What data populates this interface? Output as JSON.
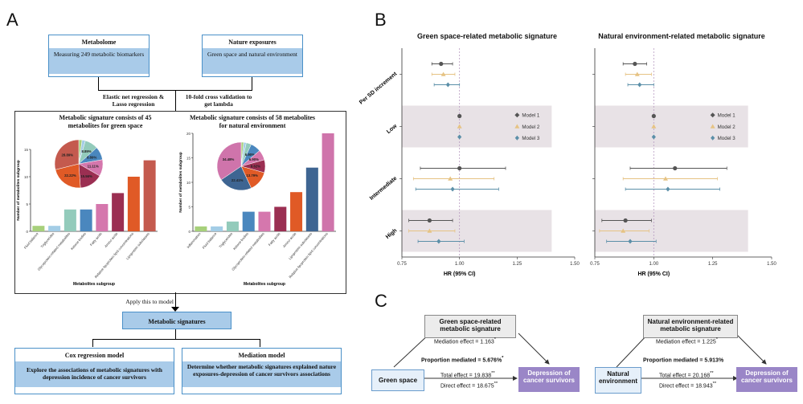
{
  "panels": {
    "a": "A",
    "b": "B",
    "c": "C"
  },
  "boxes": {
    "metabolome": {
      "title": "Metabolome",
      "body": "Measuring 249 metabolic biomarkers"
    },
    "nature": {
      "title": "Nature exposures",
      "body": "Green space and natural environment"
    },
    "metabolic": {
      "title": "Metabolic signatures"
    },
    "cox": {
      "title": "Cox regression model",
      "body": "Explore the associations of metabolic signatures with depression incidence of cancer survivors"
    },
    "mediation": {
      "title": "Mediation model",
      "body": "Determine whether metabolic signatures explained nature exposures-depression of cancer survivors associations"
    }
  },
  "flow": {
    "elastic": "Elastic net regression & Lasso regression",
    "cv": "10-fold cross validation to get lambda",
    "apply": "Apply this to model"
  },
  "chart_data": [
    {
      "type": "bar",
      "title": "Metabolic signature consists of 45 metabolites for green space",
      "ylabel": "Number of metabolites subgroup",
      "xlabel": "Metabolites subgroup",
      "ylim": [
        0,
        15
      ],
      "yticks": [
        0,
        5,
        10,
        15
      ],
      "categories": [
        "Fluid balance",
        "Triglycerides",
        "Glycoprotein-related metabolites",
        "Ketone bodies",
        "Fatty acids",
        "Amino acids",
        "Relative lipoprotein lipid concentrations",
        "Lipoprotein subclasses"
      ],
      "values": [
        1,
        1,
        4,
        4,
        5,
        7,
        10,
        13
      ],
      "colors": [
        "#a7d07b",
        "#a3cde6",
        "#93cbbb",
        "#4a87be",
        "#d577ad",
        "#9b2f52",
        "#e05a26",
        "#c45a4e"
      ]
    },
    {
      "type": "pie",
      "labels": [
        "",
        "",
        "8.89%",
        "8.89%",
        "11.11%",
        "15.56%",
        "22.22%",
        "28.89%"
      ],
      "values": [
        2.22,
        2.22,
        8.89,
        8.89,
        11.11,
        15.56,
        22.22,
        28.89
      ],
      "colors": [
        "#a7d07b",
        "#a3cde6",
        "#93cbbb",
        "#4a87be",
        "#d577ad",
        "#9b2f52",
        "#e05a26",
        "#c45a4e"
      ]
    },
    {
      "type": "bar",
      "title": "Metabolic signature consists of 58 metabolites for natural environment",
      "ylabel": "Number of metabolites subgroup",
      "xlabel": "Metabolites subgroup",
      "ylim": [
        0,
        20
      ],
      "yticks": [
        0,
        5,
        10,
        15,
        20
      ],
      "categories": [
        "Inflammation",
        "Fluid balance",
        "Triglycerides",
        "Ketone bodies",
        "Glycoprotein-related metabolites",
        "Fatty acids",
        "Amino acids",
        "Lipoprotein subclasses",
        "Relative lipoprotein lipid concentrations"
      ],
      "values": [
        1,
        1,
        2,
        4,
        4,
        5,
        8,
        13,
        20
      ],
      "colors": [
        "#a7d07b",
        "#a3cde6",
        "#93cbbb",
        "#4a87be",
        "#d577ad",
        "#9b2f52",
        "#e05a26",
        "#3e6592",
        "#cf74ab"
      ]
    },
    {
      "type": "pie",
      "labels": [
        "",
        "",
        "",
        "6.90%",
        "6.90%",
        "8.62%",
        "13.79%",
        "22.41%",
        "34.48%"
      ],
      "values": [
        1.72,
        1.72,
        3.45,
        6.9,
        6.9,
        8.62,
        13.79,
        22.41,
        34.48
      ],
      "colors": [
        "#a7d07b",
        "#a3cde6",
        "#93cbbb",
        "#4a87be",
        "#d577ad",
        "#9b2f52",
        "#e05a26",
        "#3e6592",
        "#cf74ab"
      ]
    },
    {
      "type": "scatter",
      "title": "Green space-related metabolic signature",
      "xlabel": "HR (95% CI)",
      "xlim": [
        0.75,
        1.5
      ],
      "xticks": [
        "0.75",
        "1.00",
        "1.25",
        "1.50"
      ],
      "reference": 1.0,
      "groups": [
        "Per SD increment",
        "Low",
        "Intermediate",
        "High"
      ],
      "shaded_groups": [
        "Low",
        "High"
      ],
      "legend": [
        "Model 1",
        "Model 2",
        "Model 3"
      ],
      "colors": [
        "#555555",
        "#e6c384",
        "#5b8fa8"
      ],
      "series": [
        {
          "name": "Model 1",
          "points": [
            [
              0.92,
              0.88,
              0.97
            ],
            [
              1.0,
              1.0,
              1.0
            ],
            [
              1.0,
              0.83,
              1.2
            ],
            [
              0.87,
              0.78,
              0.97
            ]
          ]
        },
        {
          "name": "Model 2",
          "points": [
            [
              0.93,
              0.88,
              0.98
            ],
            [
              1.0,
              1.0,
              1.0
            ],
            [
              0.96,
              0.8,
              1.15
            ],
            [
              0.87,
              0.78,
              0.98
            ]
          ]
        },
        {
          "name": "Model 3",
          "points": [
            [
              0.95,
              0.89,
              1.0
            ],
            [
              1.0,
              1.0,
              1.0
            ],
            [
              0.97,
              0.81,
              1.17
            ],
            [
              0.91,
              0.82,
              1.02
            ]
          ]
        }
      ]
    },
    {
      "type": "scatter",
      "title": "Natural environment-related metabolic signature",
      "xlabel": "HR (95% CI)",
      "xlim": [
        0.75,
        1.5
      ],
      "xticks": [
        "0.75",
        "1.00",
        "1.25",
        "1.50"
      ],
      "reference": 1.0,
      "groups": [
        "Per SD increment",
        "Low",
        "Intermediate",
        "High"
      ],
      "shaded_groups": [
        "Low",
        "High"
      ],
      "legend": [
        "Model 1",
        "Model 2",
        "Model 3"
      ],
      "colors": [
        "#555555",
        "#e6c384",
        "#5b8fa8"
      ],
      "series": [
        {
          "name": "Model 1",
          "points": [
            [
              0.92,
              0.87,
              0.97
            ],
            [
              1.0,
              1.0,
              1.0
            ],
            [
              1.09,
              0.9,
              1.31
            ],
            [
              0.88,
              0.78,
              0.99
            ]
          ]
        },
        {
          "name": "Model 2",
          "points": [
            [
              0.93,
              0.88,
              0.99
            ],
            [
              1.0,
              1.0,
              1.0
            ],
            [
              1.05,
              0.87,
              1.27
            ],
            [
              0.87,
              0.77,
              0.98
            ]
          ]
        },
        {
          "name": "Model 3",
          "points": [
            [
              0.94,
              0.89,
              1.0
            ],
            [
              1.0,
              1.0,
              1.0
            ],
            [
              1.06,
              0.88,
              1.28
            ],
            [
              0.9,
              0.8,
              1.01
            ]
          ]
        }
      ]
    }
  ],
  "mediation": [
    {
      "exposure": "Green space",
      "mediator": "Green space-related metabolic signature",
      "outcome": "Depression of cancer survivors",
      "mediation_effect": "Mediation effect = 1.163",
      "mediation_sup": "*",
      "proportion": "Proportion mediated = 5.676%",
      "proportion_sup": "*",
      "total": "Total effect = 19.838",
      "total_sup": "**",
      "direct": "Direct effect = 18.675",
      "direct_sup": "**"
    },
    {
      "exposure": "Natural environment",
      "mediator": "Natural environment-related metabolic signature",
      "outcome": "Depression of cancer survivors",
      "mediation_effect": "Mediation effect = 1.225",
      "mediation_sup": "*",
      "proportion": "Proportion mediated = 5.913%",
      "proportion_sup": "",
      "total": "Total effect = 20.168",
      "total_sup": "**",
      "direct": "Direct effect = 18.943",
      "direct_sup": "**"
    }
  ]
}
